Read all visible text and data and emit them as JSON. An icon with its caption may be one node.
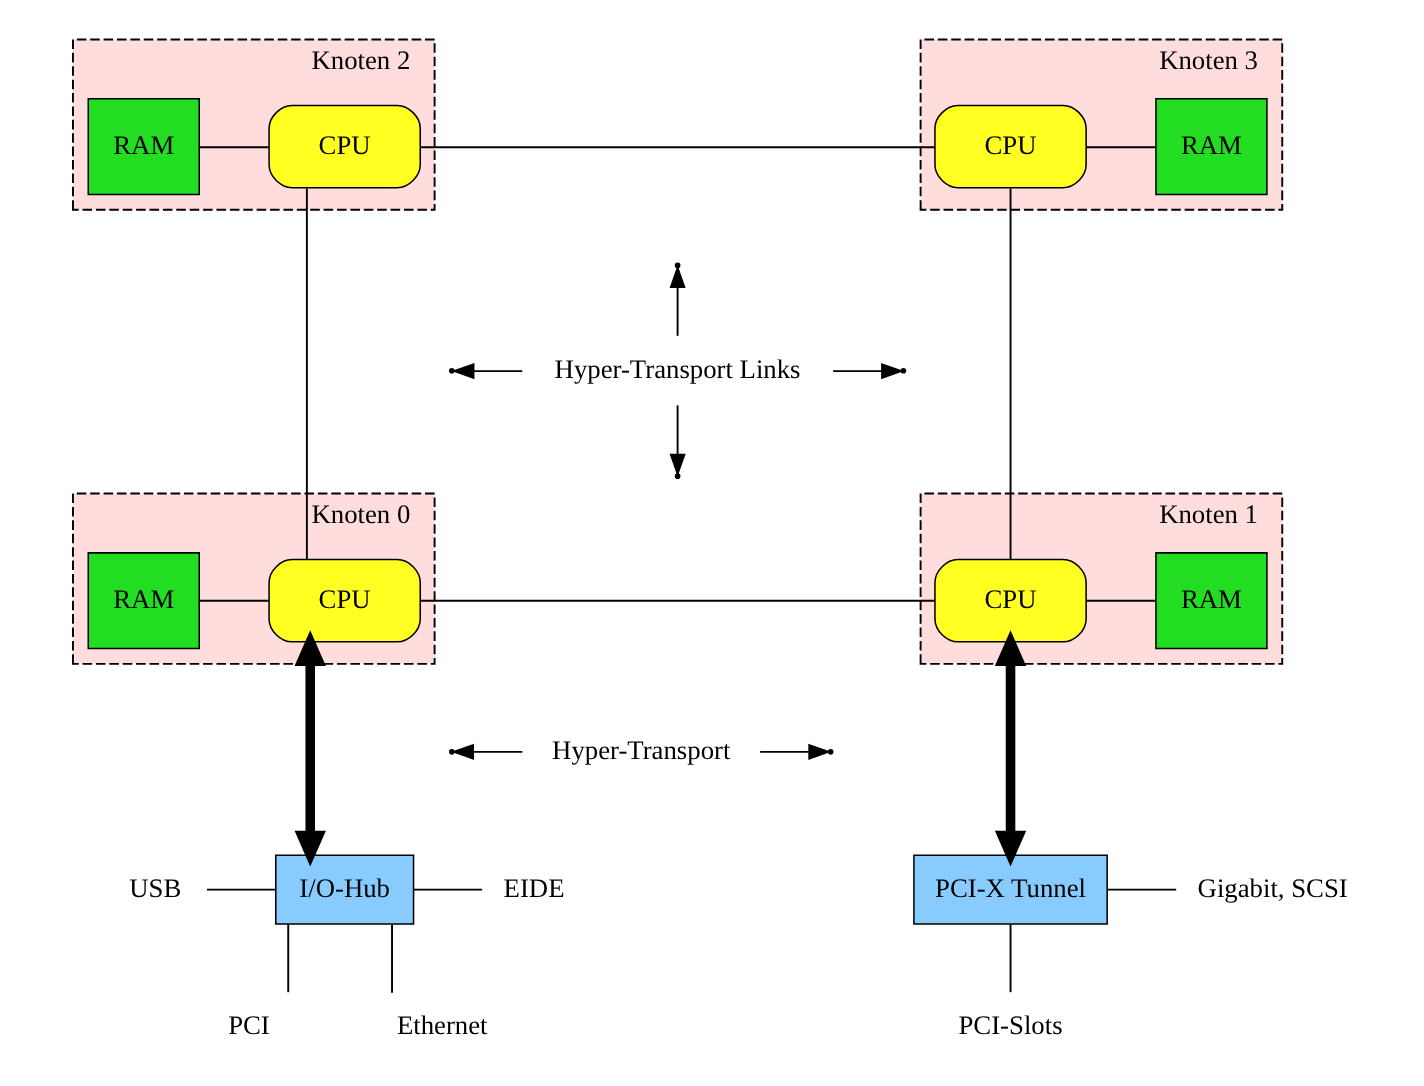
{
  "diagram": {
    "nodes": [
      {
        "text": [
          "Knoten 2"
        ]
      },
      {
        "text": [
          "RAM"
        ],
        "in": 0
      },
      {
        "text": [
          "CPU"
        ],
        "in": 0
      },
      {
        "text": [
          "Knoten 3"
        ]
      },
      {
        "text": [
          "CPU"
        ],
        "in": 3
      },
      {
        "text": [
          "RAM"
        ],
        "in": 3
      },
      {
        "text": [
          "Knoten 0"
        ]
      },
      {
        "text": [
          "RAM"
        ],
        "in": 6
      },
      {
        "text": [
          "CPU"
        ],
        "in": 6
      },
      {
        "text": [
          "Knoten 1"
        ]
      },
      {
        "text": [
          "CPU"
        ],
        "in": 9
      },
      {
        "text": [
          "RAM"
        ],
        "in": 9
      },
      {
        "text": [
          "Hyper-Transport Links"
        ]
      },
      {
        "text": [
          "Hyper-Transport"
        ]
      },
      {
        "text": [
          "I/O-Hub"
        ]
      },
      {
        "text": [
          "PCI-X Tunnel"
        ]
      },
      {
        "text": [
          "USB"
        ]
      },
      {
        "text": [
          "EIDE"
        ]
      },
      {
        "text": [
          "Ethernet"
        ]
      },
      {
        "text": [
          "PCI"
        ]
      },
      {
        "text": [
          "Gigabit, SCSI"
        ]
      },
      {
        "text": [
          "PCI-Slots"
        ]
      }
    ],
    "edges": [
      {
        "from": 1,
        "to": 2,
        "arrow": "none"
      },
      {
        "from": 2,
        "to": 4,
        "arrow": "none"
      },
      {
        "from": 4,
        "to": 5,
        "arrow": "none"
      },
      {
        "from": 2,
        "to": 8,
        "arrow": "none"
      },
      {
        "from": 4,
        "to": 10,
        "arrow": "none"
      },
      {
        "from": 7,
        "to": 8,
        "arrow": "none"
      },
      {
        "from": 8,
        "to": 10,
        "arrow": "none"
      },
      {
        "from": 10,
        "to": 11,
        "arrow": "none"
      },
      {
        "from": 8,
        "to": 14,
        "arrow": "both",
        "style": "thick"
      },
      {
        "from": 10,
        "to": 15,
        "arrow": "both",
        "style": "thick"
      },
      {
        "from": 16,
        "to": 14,
        "arrow": "none"
      },
      {
        "from": 14,
        "to": 17,
        "arrow": "none"
      },
      {
        "from": 18,
        "to": 14,
        "arrow": "none"
      },
      {
        "from": 14,
        "to": 19,
        "arrow": "none"
      },
      {
        "from": 15,
        "to": 20,
        "arrow": "none"
      },
      {
        "from": 15,
        "to": 21,
        "arrow": "none"
      },
      {
        "from": 12,
        "to": null,
        "arrow": "to"
      },
      {
        "from": 12,
        "to": null,
        "arrow": "to"
      },
      {
        "from": 12,
        "to": null,
        "arrow": "to"
      },
      {
        "from": 12,
        "to": null,
        "arrow": "to"
      },
      {
        "from": 13,
        "to": null,
        "arrow": "to"
      },
      {
        "from": 13,
        "to": null,
        "arrow": "to"
      }
    ]
  }
}
